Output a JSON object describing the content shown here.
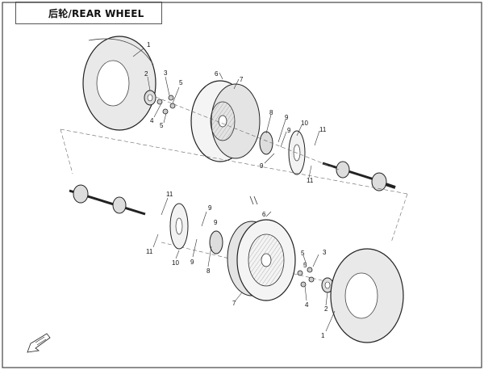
{
  "title": "后轮/REAR WHEEL",
  "callouts_top": [
    "1",
    "2",
    "3",
    "4",
    "5",
    "5",
    "6",
    "7",
    "8",
    "9",
    "9",
    "9",
    "10",
    "11",
    "11"
  ],
  "callouts_bottom": [
    "11",
    "11",
    "9",
    "9",
    "9",
    "10",
    "8",
    "6",
    "7",
    "5",
    "5",
    "3",
    "4",
    "2",
    "1"
  ]
}
